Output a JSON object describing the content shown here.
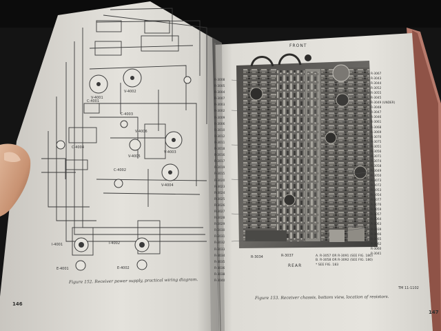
{
  "left_page": {
    "caption": "Figure 152. Receiver power supply, practical wiring diagram.",
    "page_number": "146",
    "tube_labels": [
      "V-4001",
      "V-4002",
      "V-4003",
      "V-4004",
      "V-4005",
      "V-4006",
      "C-4001",
      "C-4002",
      "C-4003",
      "C-4004",
      "I-4002",
      "I-4001",
      "E-4002",
      "E-4001"
    ]
  },
  "right_page": {
    "heading_front": "FRONT",
    "heading_rear": "REAR",
    "caption": "Figure 153. Receiver chassis, bottom view, location of resistors.",
    "page_number": "147",
    "tm_number": "TM 11-1102",
    "right_labels": [
      "R-3067",
      "R-3043",
      "R-3044",
      "R-3052",
      "R-3055",
      "R-3045",
      "R-3049 (UNDER)",
      "R-3048",
      "R-3047",
      "R-3046",
      "R-3061",
      "R-3068",
      "R-3069",
      "R-3070",
      "R-3075",
      "R-3051",
      "R-3056",
      "R-3071",
      "R-3074",
      "R-3058",
      "R-3049",
      "R-3050",
      "R-3073",
      "R-3072",
      "R-3053",
      "R-3054",
      "R-3077",
      "R-3076",
      "R-3059",
      "R-3057",
      "R-3064",
      "R-3063",
      "R-3039",
      "R-3066",
      "R-3065",
      "R-3062",
      "R-3060",
      "R-3041"
    ],
    "left_labels": [
      "R-3008",
      "R-3005",
      "R-3004",
      "R-3007",
      "R-3003",
      "R-3002",
      "R-3009",
      "R-3006",
      "R-3010",
      "R-3012",
      "R-3011",
      "R-3018",
      "R-3016",
      "R-3017",
      "R-3019",
      "R-3015",
      "R-3020",
      "R-3023",
      "R-3024",
      "R-3025",
      "R-3026",
      "R-3027",
      "R-3028",
      "R-3029",
      "R-3030",
      "R-3031",
      "R-3032",
      "R-3033",
      "R-3034",
      "R-3035",
      "R-3036",
      "R-3038",
      "R-3040"
    ],
    "bottom_labels": [
      "R-3034",
      "R-3037"
    ],
    "notes": [
      "A. R-3057 OR R-3091 (SEE FIG. 180)",
      "B. R-3058 OR R-3092 (SEE FIG. 180)",
      "* SEE FIG. 183"
    ]
  }
}
